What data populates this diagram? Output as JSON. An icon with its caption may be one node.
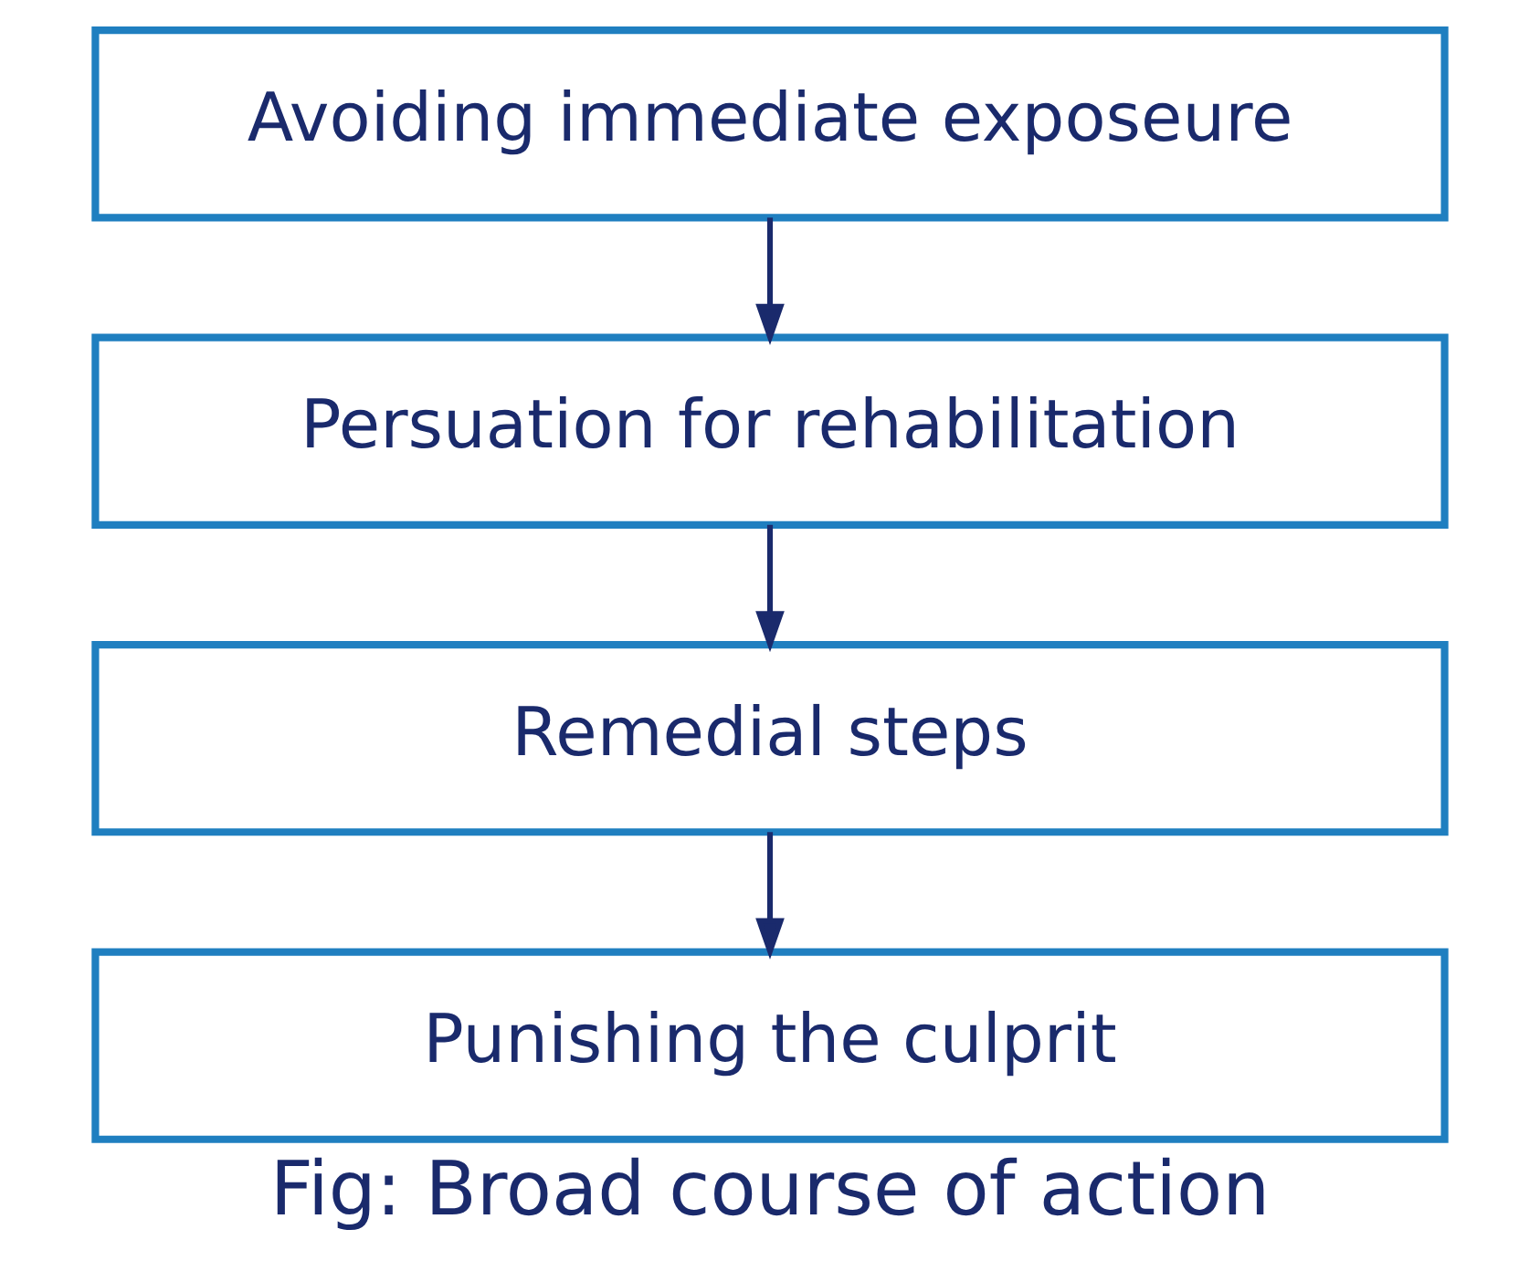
{
  "diagram": {
    "caption": "Fig: Broad course of action",
    "nodes": [
      {
        "text": [
          "Avoiding immediate exposeure"
        ]
      },
      {
        "text": [
          "Persuation for rehabilitation"
        ]
      },
      {
        "text": [
          "Remedial steps"
        ]
      },
      {
        "text": [
          "Punishing the culprit"
        ]
      }
    ],
    "edges": [
      {
        "from": 0,
        "to": 1,
        "arrow": "to"
      },
      {
        "from": 1,
        "to": 2,
        "arrow": "to"
      },
      {
        "from": 2,
        "to": 3,
        "arrow": "to"
      }
    ]
  }
}
